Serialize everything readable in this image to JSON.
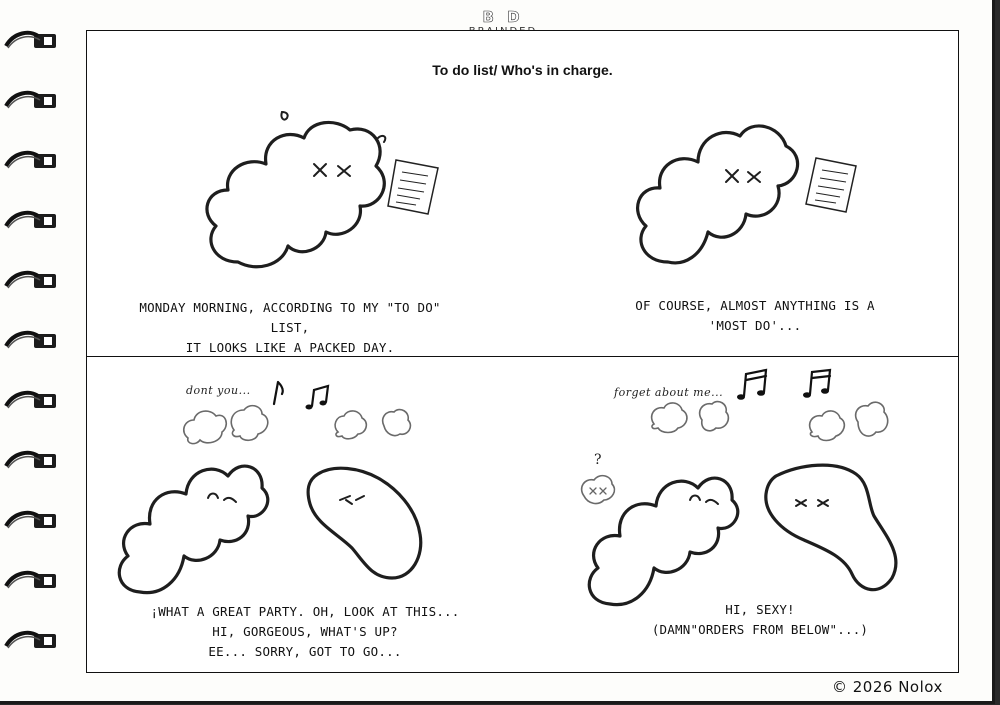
{
  "logo": {
    "initials": "B D",
    "wordmark": "BRAINDED"
  },
  "title": "To do list/ Who's in charge.",
  "panels": {
    "top_left": {
      "caption_lines": [
        "Monday morning, according to my \"to do\" list,",
        "it looks like a packed day."
      ]
    },
    "top_right": {
      "caption_lines": [
        "Of course, almost anything is a",
        "'most do'..."
      ]
    },
    "bottom_left": {
      "thought_text": "dont you...",
      "caption_lines": [
        "¡What a great party. Oh, look at this...",
        "Hi, gorgeous, what's up?",
        "Ee... sorry, got to go..."
      ]
    },
    "bottom_right": {
      "thought_text": "forget about me...",
      "confused_mark": "?",
      "caption_lines": [
        "Hi, sexy!",
        "(damn\"orders from below\"...)"
      ]
    }
  },
  "copyright": "© 2026 Nolox",
  "icons": [
    "spiral-binding",
    "brain-cloud",
    "todo-list-paper",
    "music-note-icon",
    "question-mark-icon"
  ]
}
